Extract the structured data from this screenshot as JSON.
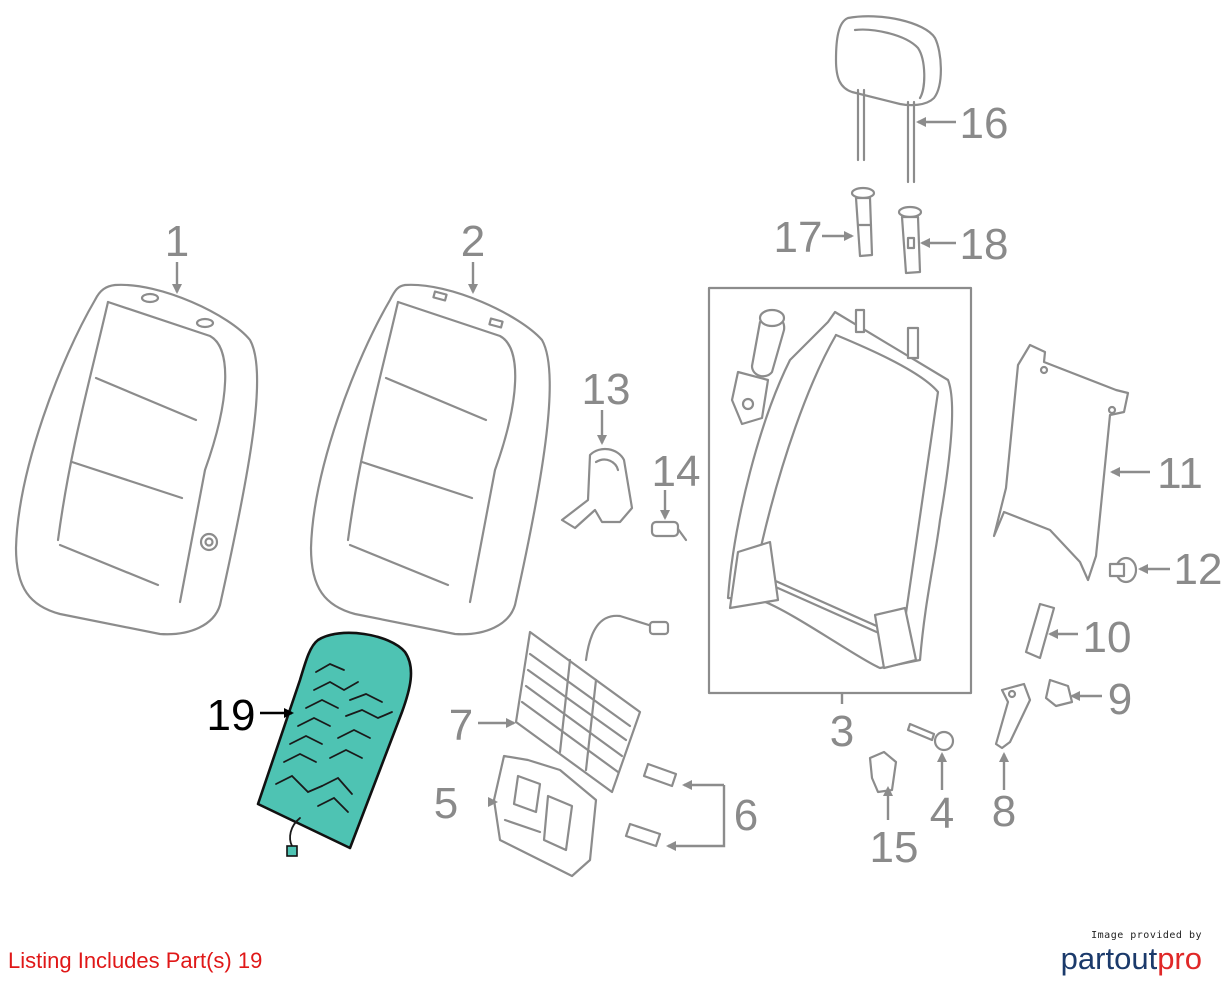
{
  "callouts": {
    "c1": "1",
    "c2": "2",
    "c3": "3",
    "c4": "4",
    "c5": "5",
    "c6": "6",
    "c7": "7",
    "c8": "8",
    "c9": "9",
    "c10": "10",
    "c11": "11",
    "c12": "12",
    "c13": "13",
    "c14": "14",
    "c15": "15",
    "c16": "16",
    "c17": "17",
    "c18": "18",
    "c19": "19"
  },
  "highlighted_part": "19",
  "colors": {
    "highlight_fill": "#4ec3b3",
    "listing_text": "#e01818",
    "logo_dark": "#1b3a6b",
    "logo_accent": "#e02828"
  },
  "footer": {
    "listing_text": "Listing Includes Part(s) 19",
    "credit_small": "Image provided by",
    "logo_part1": "partout",
    "logo_part2": "pro"
  }
}
